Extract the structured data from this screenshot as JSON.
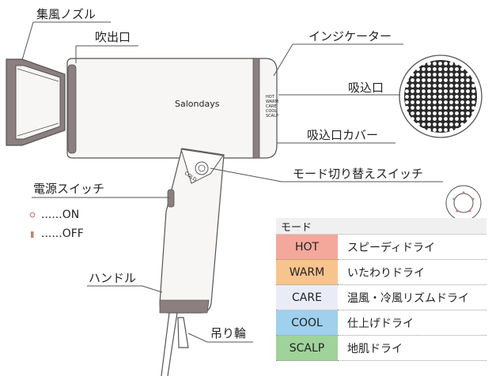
{
  "labels": {
    "nozzle": "集風ノズル",
    "outlet": "吹出口",
    "indicator": "インジケーター",
    "intake": "吸込口",
    "intake_cover": "吸込口カバー",
    "mode_switch": "モード切り替えスイッチ",
    "power_switch": "電源スイッチ",
    "on_text": "......ON",
    "off_text": "......OFF",
    "handle": "ハンドル",
    "hanging_ring": "吊り輪"
  },
  "dryer": {
    "brand": "Salondays",
    "indicator_marks": [
      "HOT",
      "WARM",
      "CARE",
      "COOL",
      "SCALP"
    ],
    "switch_text": "COLD"
  },
  "mode_table": {
    "header": "モード",
    "rows": [
      {
        "code": "HOT",
        "desc": "スピーディドライ",
        "color": "#f4a79b"
      },
      {
        "code": "WARM",
        "desc": "いたわりドライ",
        "color": "#f8c48d"
      },
      {
        "code": "CARE",
        "desc": "温風・冷風リズムドライ",
        "color": "#e9ecf7"
      },
      {
        "code": "COOL",
        "desc": "仕上げドライ",
        "color": "#9fd0ee"
      },
      {
        "code": "SCALP",
        "desc": "地肌ドライ",
        "color": "#9fd39a"
      }
    ]
  },
  "colors": {
    "line": "#555555",
    "body_fill": "#f7f6f4",
    "accent": "#8b7f80",
    "switch_dot": "#c28272"
  }
}
